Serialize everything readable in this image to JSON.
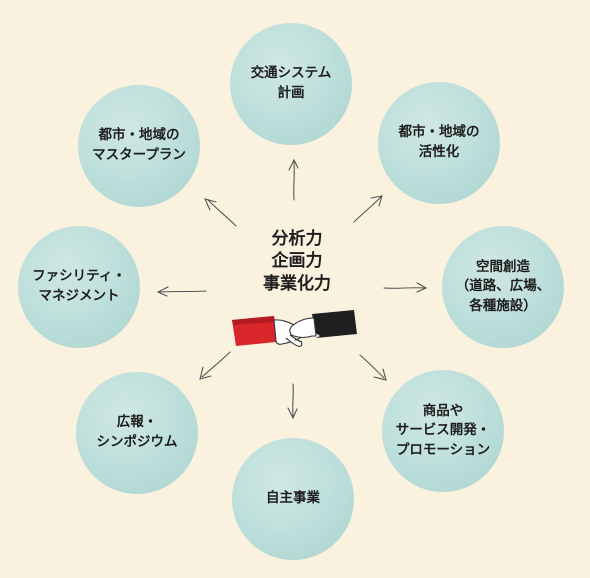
{
  "center": {
    "label": "分析力\n企画力\n事業化力"
  },
  "nodes": {
    "traffic": "交通システム\n計画",
    "master_plan": "都市・地域の\nマスタープラン",
    "revitalization": "都市・地域の\n活性化",
    "facility": "ファシリティ・\nマネジメント",
    "space": "空間創造\n（道路、広場、\n各種施設）",
    "pr": "広報・\nシンポジウム",
    "products": "商品や\nサービス開発・\nプロモーション",
    "own_business": "自主事業"
  },
  "colors": {
    "background": "#fbf1df",
    "circle": "#bfe0dc",
    "arrow": "#555555",
    "red_sleeve": "#d9262b",
    "black_sleeve": "#1f1f1f"
  }
}
